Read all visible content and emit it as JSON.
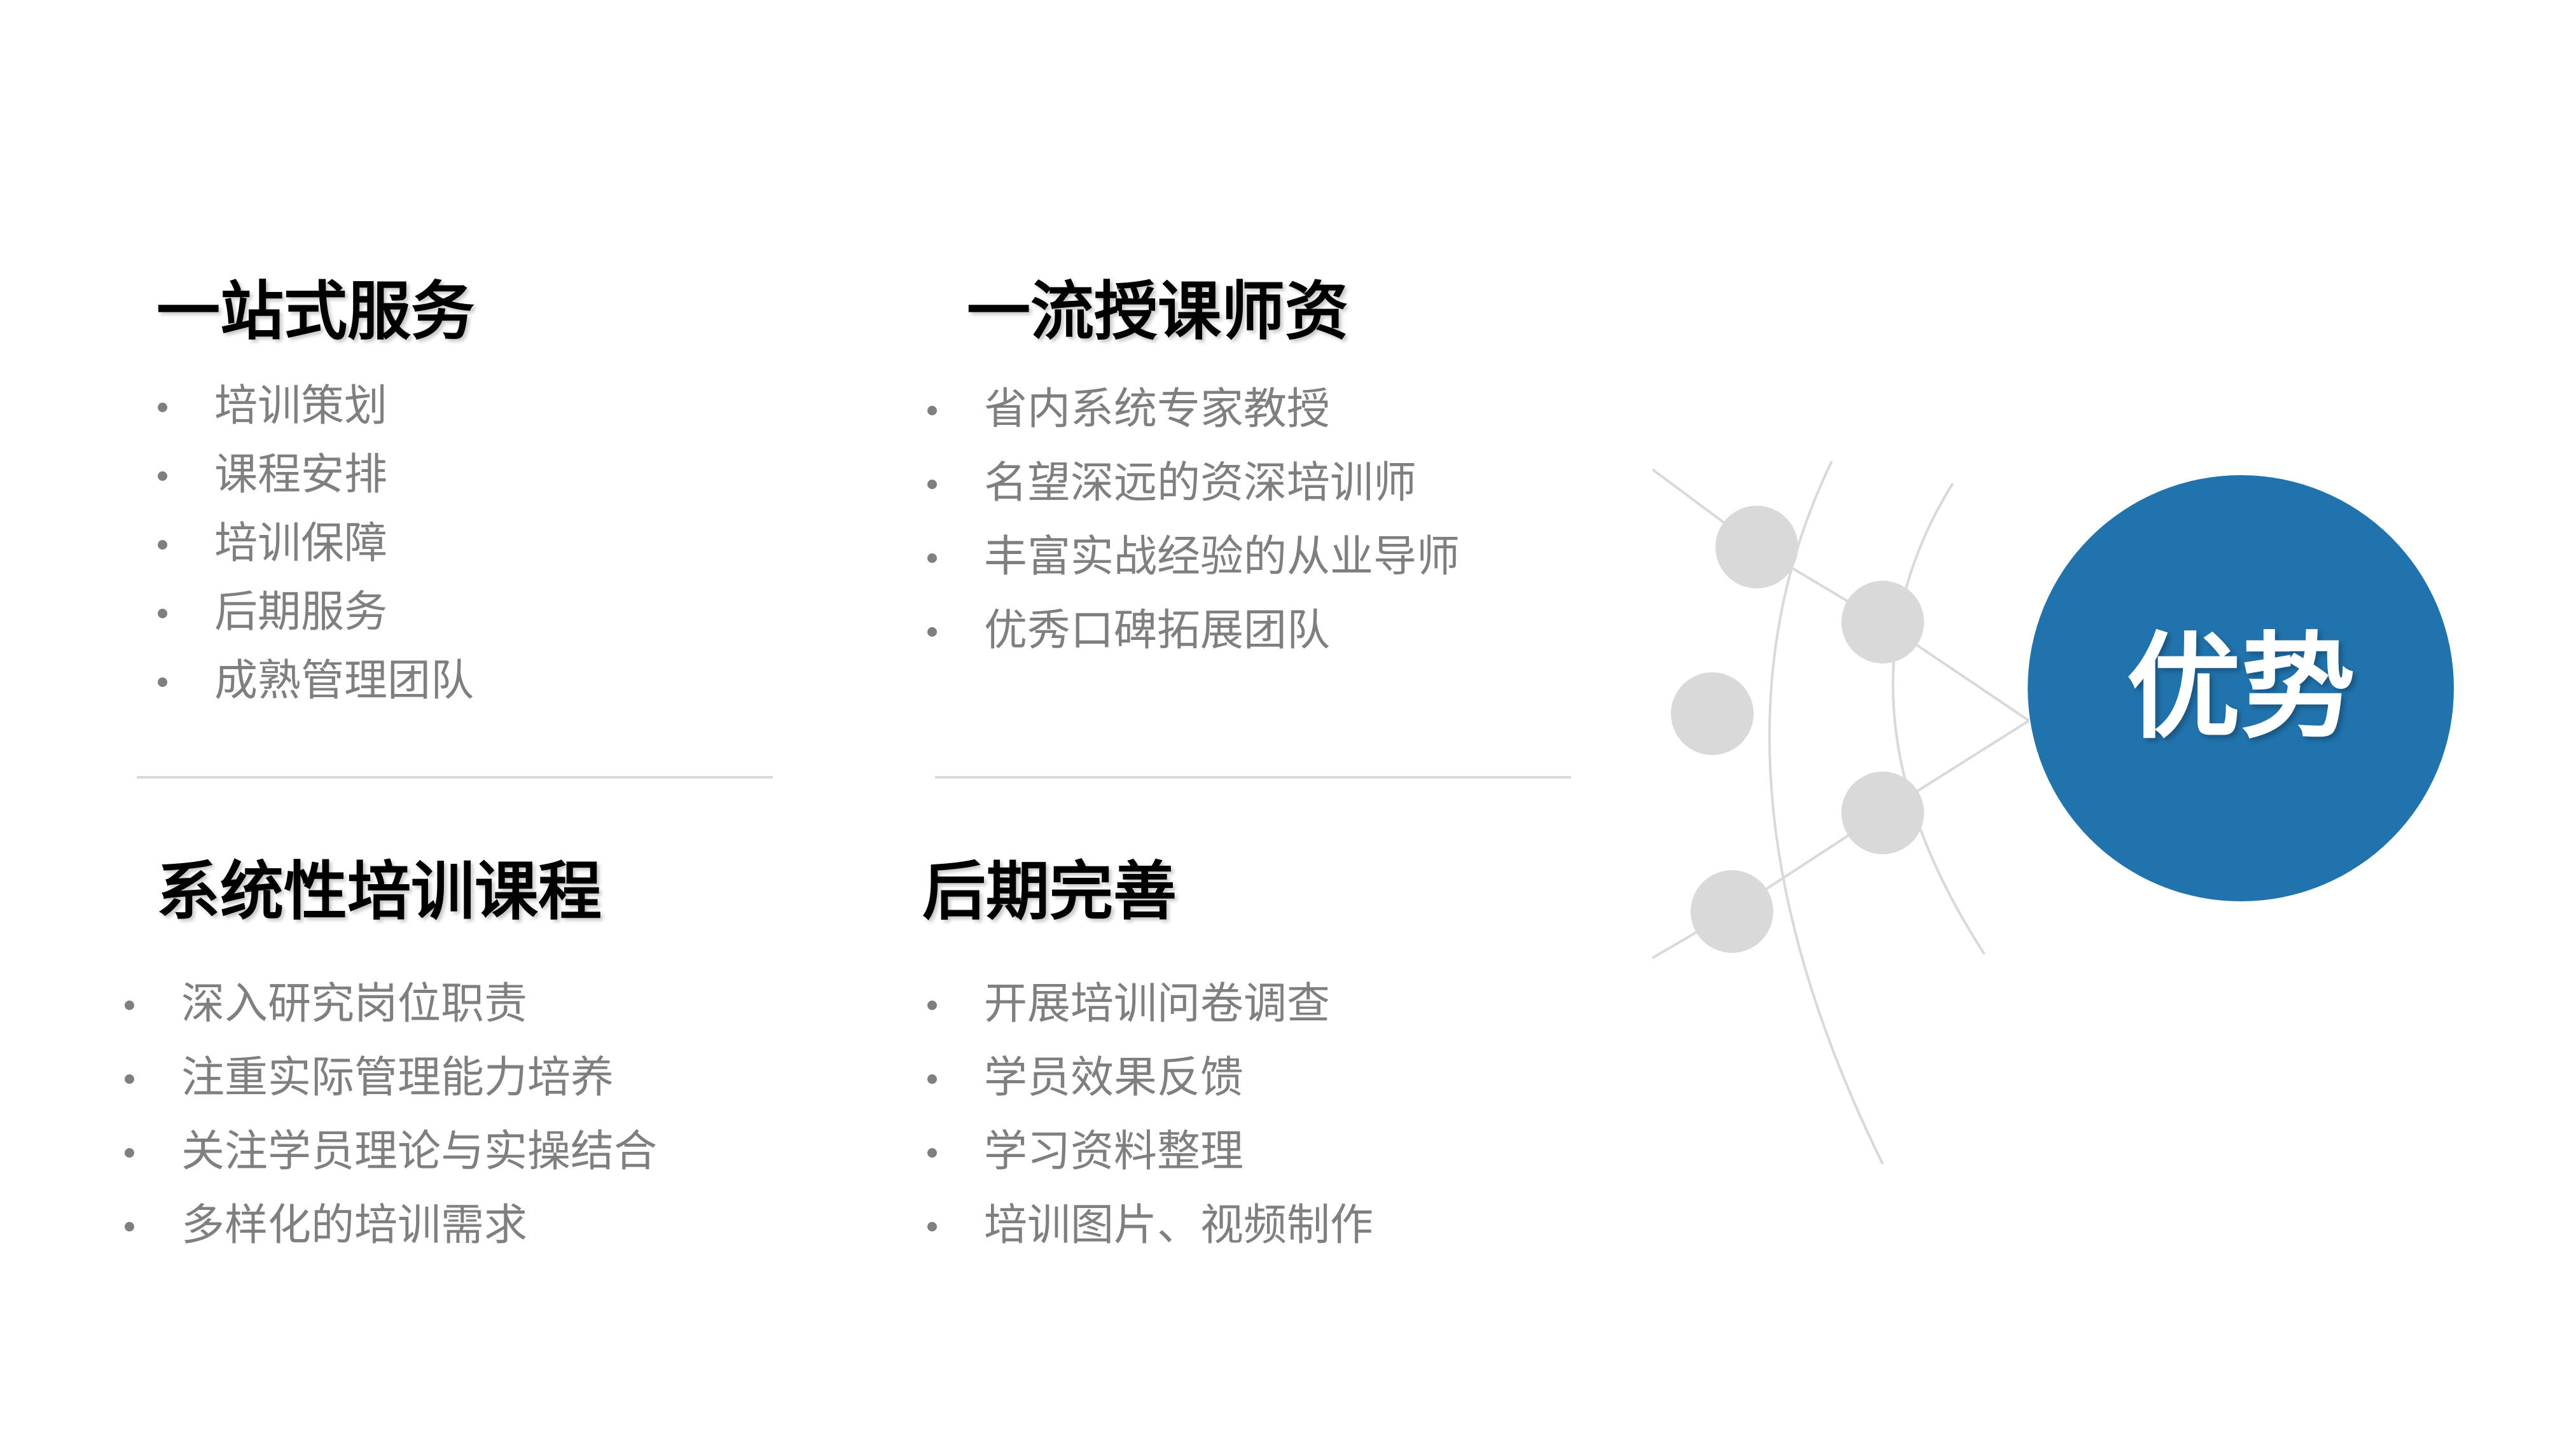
{
  "sections": {
    "one_stop": {
      "title": "一站式服务",
      "items": [
        "培训策划",
        "课程安排",
        "培训保障",
        "后期服务",
        "成熟管理团队"
      ]
    },
    "teachers": {
      "title": "一流授课师资",
      "items": [
        "省内系统专家教授",
        "名望深远的资深培训师",
        "丰富实战经验的从业导师",
        "优秀口碑拓展团队"
      ]
    },
    "curriculum": {
      "title": "系统性培训课程",
      "items": [
        "深入研究岗位职责",
        "注重实际管理能力培养",
        "关注学员理论与实操结合",
        "多样化的培训需求"
      ]
    },
    "followup": {
      "title": "后期完善",
      "items": [
        "开展培训问卷调查",
        "学员效果反馈",
        "学习资料整理",
        "培训图片、视频制作"
      ]
    }
  },
  "badge": {
    "label": "优势",
    "color": "#2173ad"
  },
  "colors": {
    "bullet_text": "#7f7f7f",
    "node": "#d9d9d9",
    "line": "#d9d9d9"
  }
}
